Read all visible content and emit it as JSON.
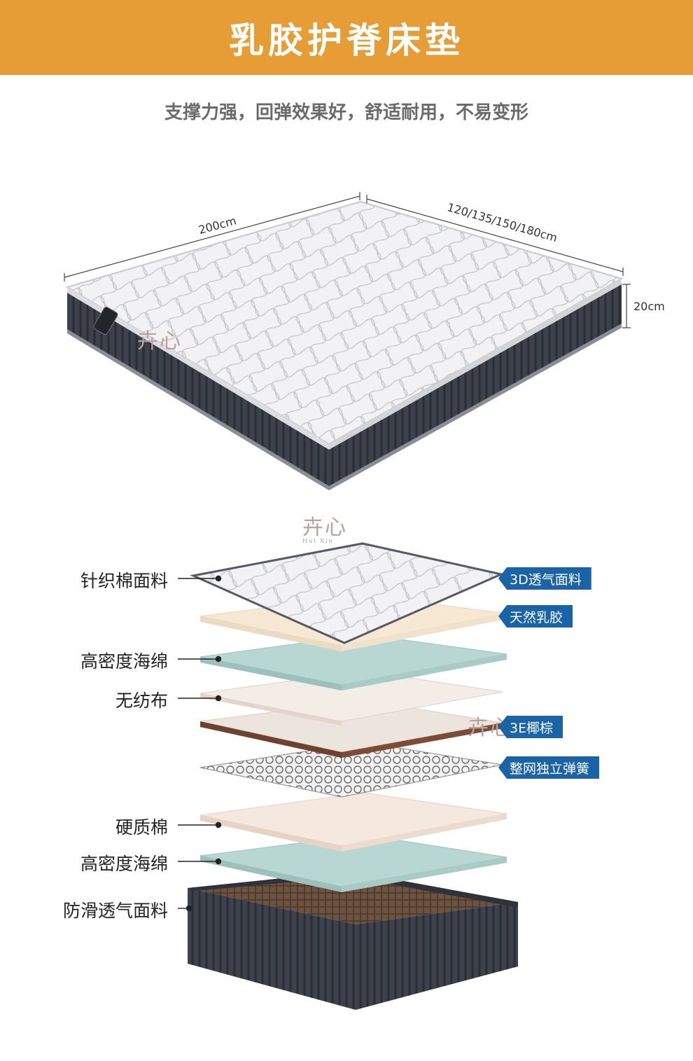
{
  "title": "乳胶护脊床垫",
  "subtitle": "支撑力强，回弹效果好，舒适耐用，不易变形",
  "dimensions": {
    "length": "200cm",
    "width": "120/135/150/180cm",
    "height": "20cm"
  },
  "brand": {
    "name": "卉心",
    "latin": "Hui Xin"
  },
  "left_labels": [
    "针织棉面料",
    "高密度海绵",
    "无纺布",
    "硬质棉",
    "高密度海绵",
    "防滑透气面料"
  ],
  "right_labels": [
    "3D透气面料",
    "天然乳胶",
    "3E椰棕",
    "整网独立弹簧"
  ],
  "colors": {
    "banner": "#e79d36",
    "tag": "#1a63a6",
    "base": "#3b3f4a"
  }
}
